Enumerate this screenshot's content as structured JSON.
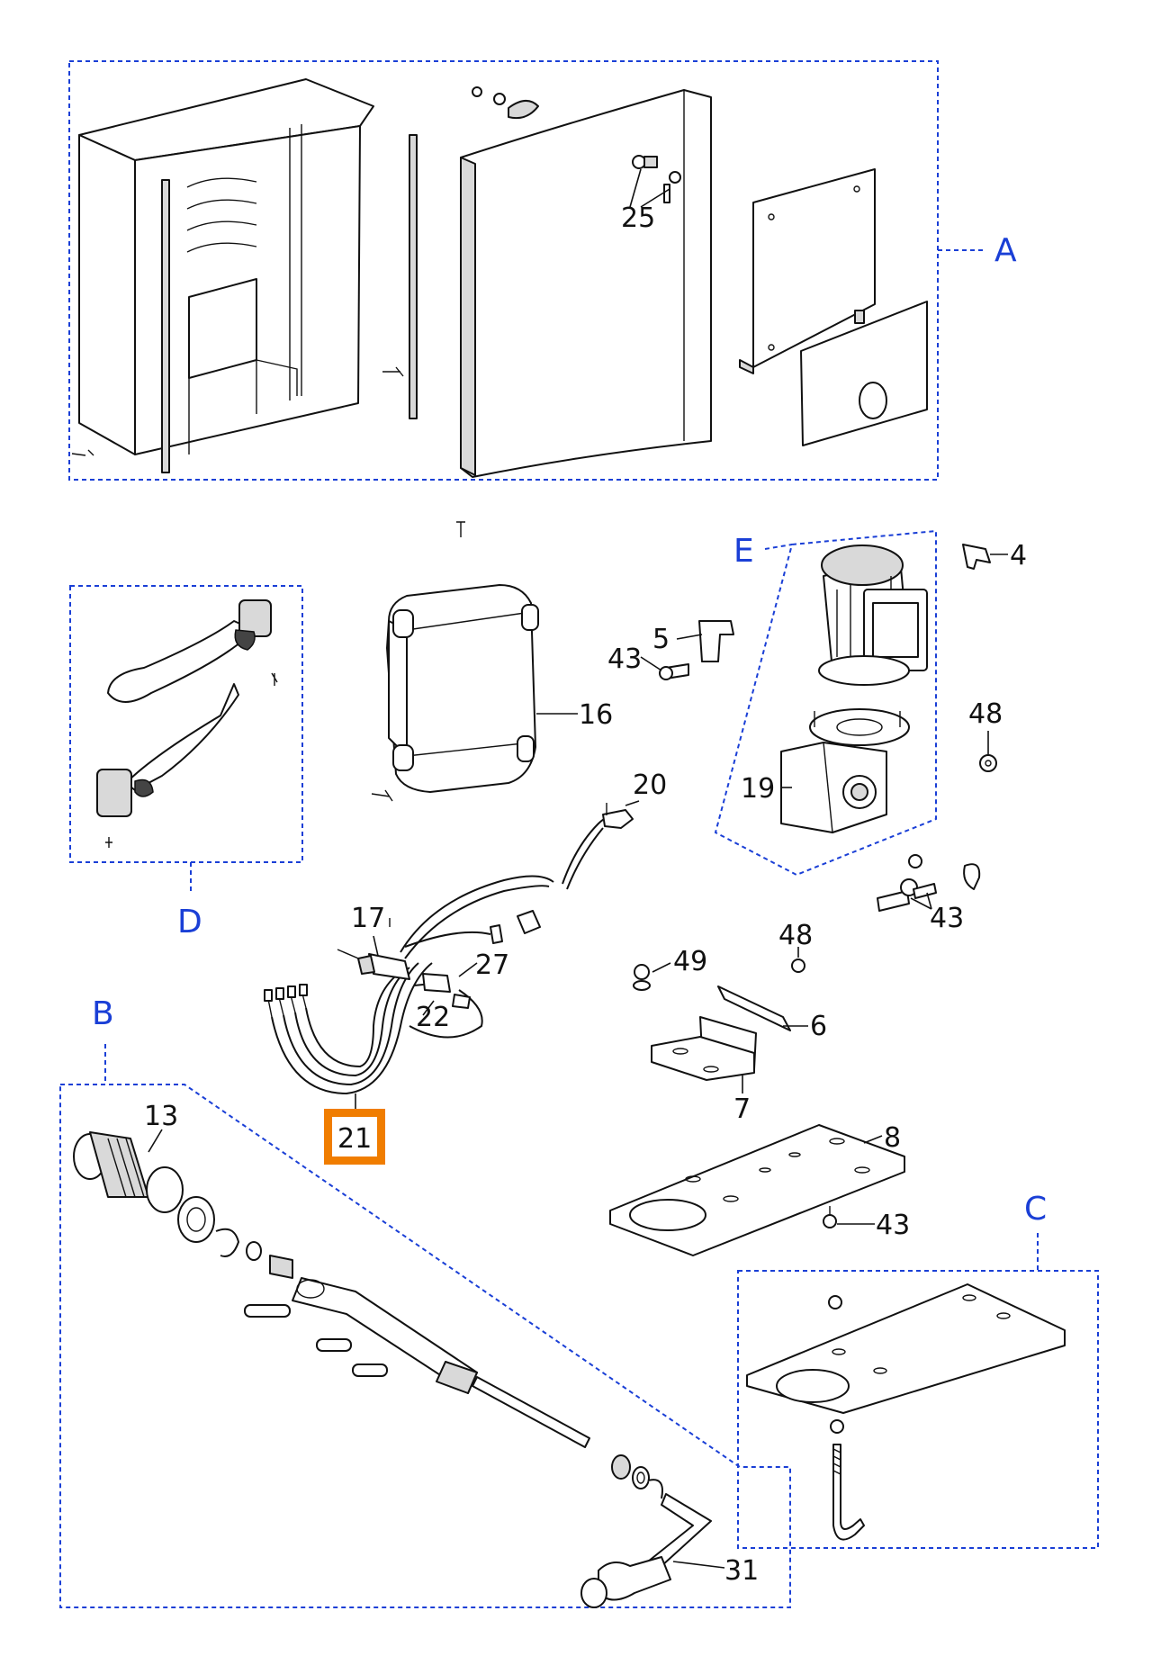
{
  "groups": {
    "A": "A",
    "B": "B",
    "C": "C",
    "D": "D",
    "E": "E"
  },
  "parts": {
    "p4": "4",
    "p5": "5",
    "p6": "6",
    "p7": "7",
    "p8": "8",
    "p13": "13",
    "p16": "16",
    "p17": "17",
    "p19": "19",
    "p20": "20",
    "p21": "21",
    "p22": "22",
    "p25": "25",
    "p27": "27",
    "p31": "31",
    "p43a": "43",
    "p43b": "43",
    "p43c": "43",
    "p48a": "48",
    "p48b": "48",
    "p49": "49"
  },
  "highlight": {
    "part": "21",
    "color": "#f07d00"
  },
  "colors": {
    "group_outline": "#1a3fd6",
    "line_art": "#111111"
  }
}
